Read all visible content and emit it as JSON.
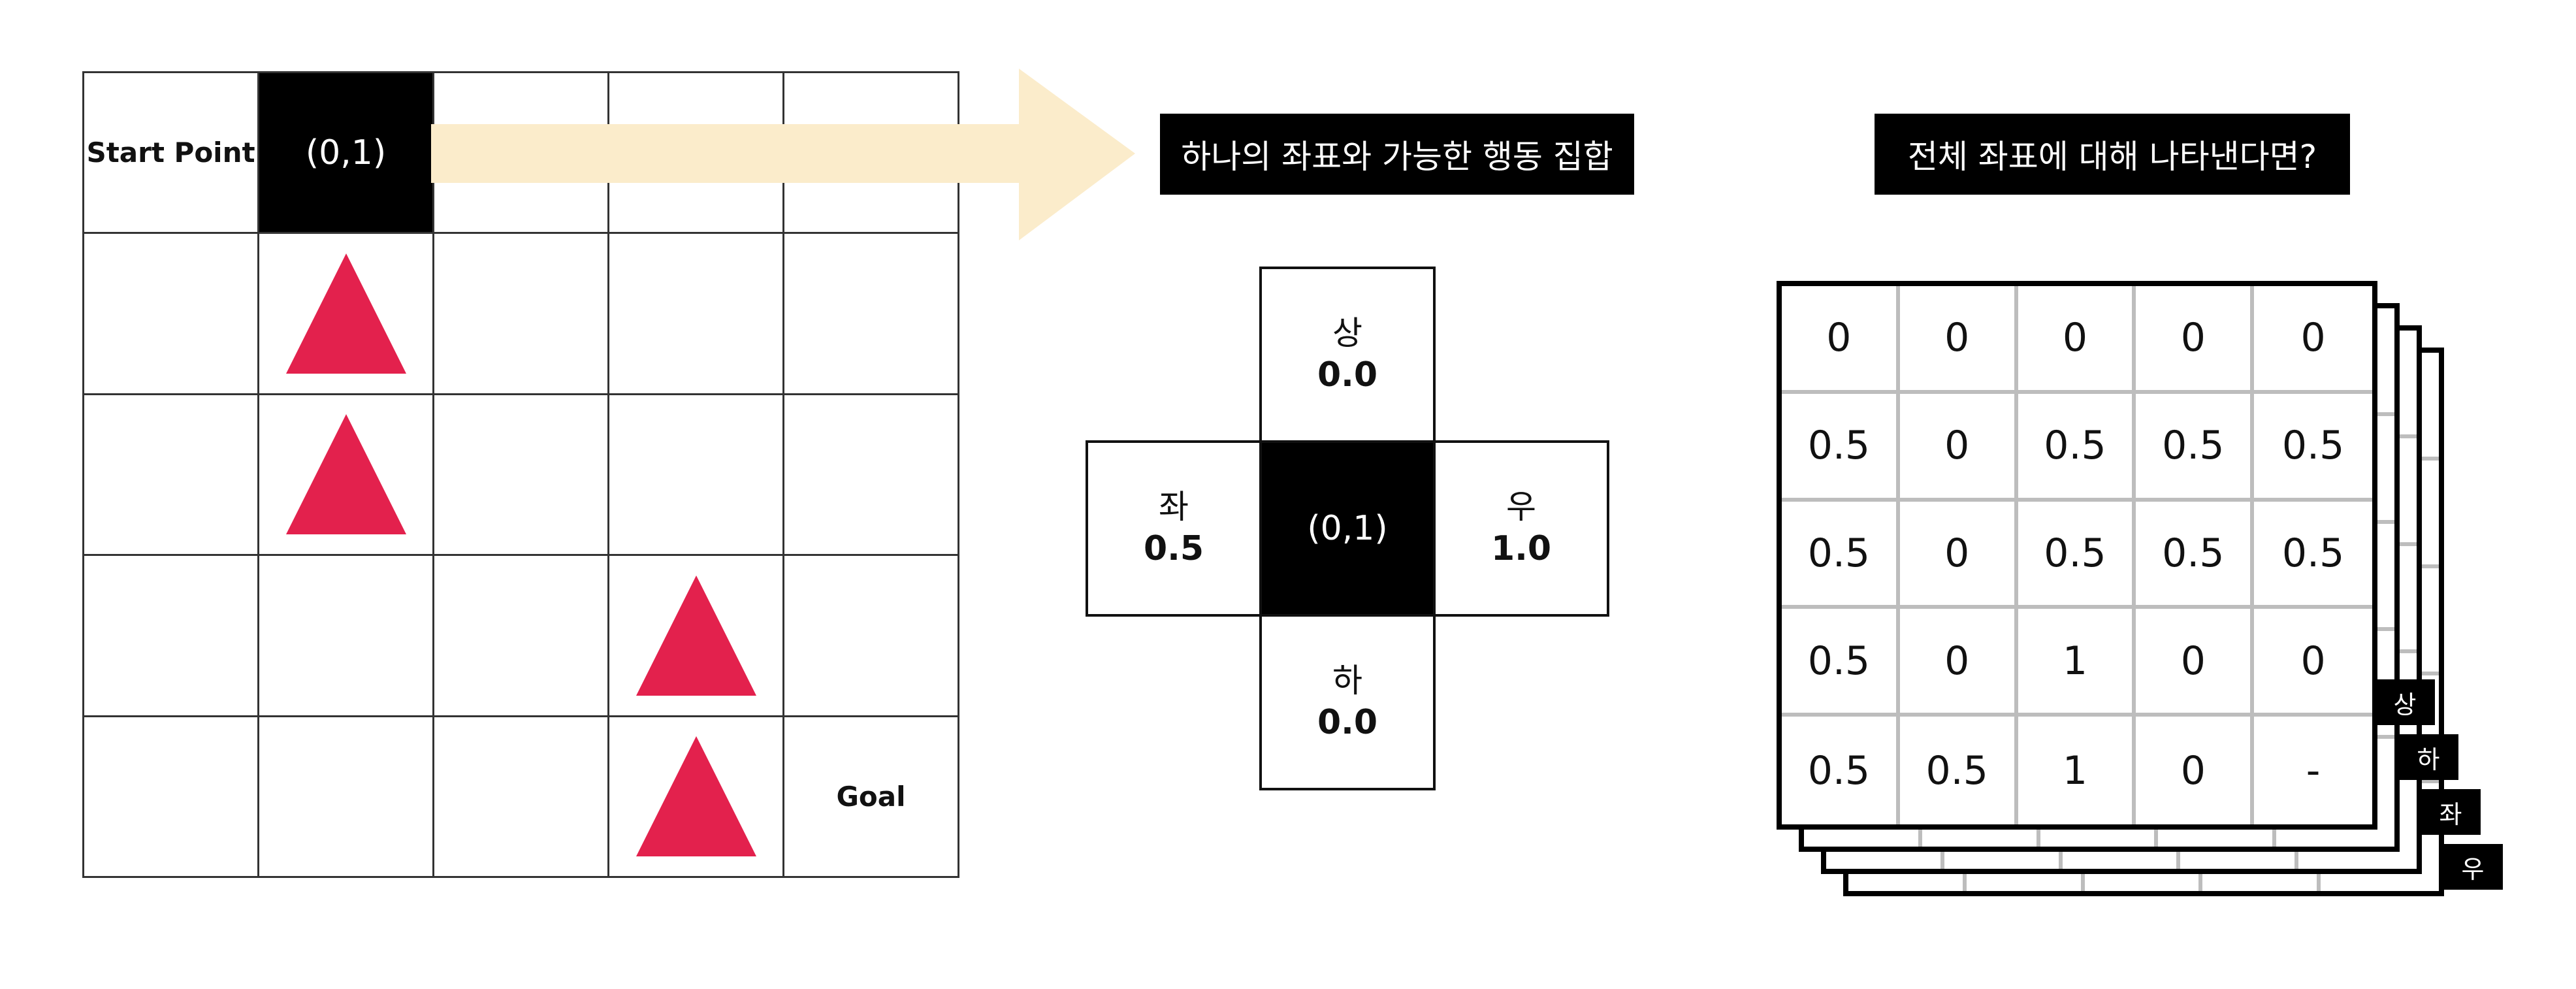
{
  "grid": {
    "start_label": "Start Point",
    "agent_position": "(0,1)",
    "goal_label": "Goal",
    "obstacles": [
      [
        1,
        1
      ],
      [
        2,
        1
      ],
      [
        3,
        3
      ],
      [
        4,
        3
      ]
    ],
    "colors": {
      "obstacle": "#e3214d",
      "agent": "#000000",
      "arrow": "#fbeccb"
    }
  },
  "titles": {
    "single": "하나의 좌표와 가능한 행동 집합",
    "all": "전체 좌표에 대해 나타낸다면?"
  },
  "actions": {
    "center": "(0,1)",
    "up": {
      "name": "상",
      "value": "0.0"
    },
    "left": {
      "name": "좌",
      "value": "0.5"
    },
    "right": {
      "name": "우",
      "value": "1.0"
    },
    "down": {
      "name": "하",
      "value": "0.0"
    }
  },
  "table": {
    "rows": [
      [
        "0",
        "0",
        "0",
        "0",
        "0"
      ],
      [
        "0.5",
        "0",
        "0.5",
        "0.5",
        "0.5"
      ],
      [
        "0.5",
        "0",
        "0.5",
        "0.5",
        "0.5"
      ],
      [
        "0.5",
        "0",
        "1",
        "0",
        "0"
      ],
      [
        "0.5",
        "0.5",
        "1",
        "0",
        "-"
      ]
    ],
    "layers": [
      "상",
      "하",
      "좌",
      "우"
    ]
  }
}
